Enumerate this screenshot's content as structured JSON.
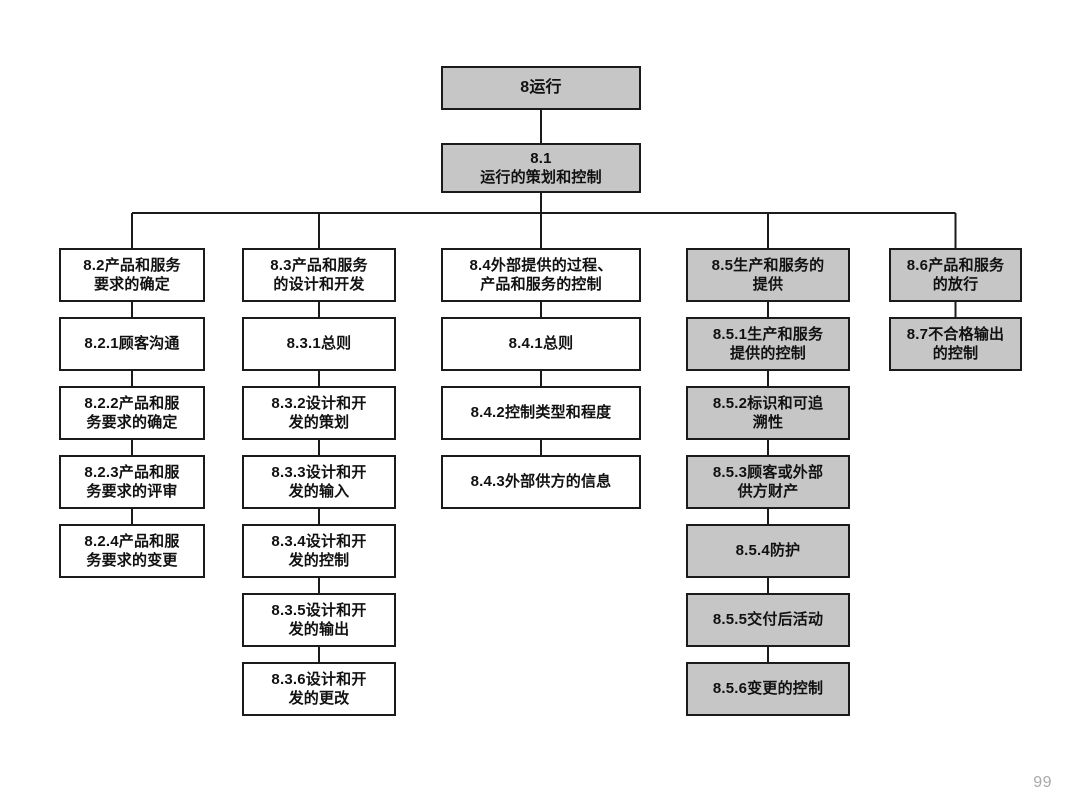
{
  "page": {
    "number": "99",
    "background": "#ffffff",
    "line_color": "#1b1b1b",
    "gray_fill": "#c6c6c6",
    "white_fill": "#ffffff"
  },
  "diagram": {
    "type": "flowchart",
    "title_node": {
      "id": "8",
      "label": "8运行",
      "fill": "gray"
    },
    "second_node": {
      "id": "8.1",
      "label": "8.1\n运行的策划和控制",
      "fill": "gray"
    },
    "columns": [
      {
        "key": "col-8-2",
        "fill": "white",
        "nodes": [
          {
            "id": "8.2",
            "label": "8.2产品和服务\n要求的确定"
          },
          {
            "id": "8.2.1",
            "label": "8.2.1顾客沟通"
          },
          {
            "id": "8.2.2",
            "label": "8.2.2产品和服\n务要求的确定"
          },
          {
            "id": "8.2.3",
            "label": "8.2.3产品和服\n务要求的评审"
          },
          {
            "id": "8.2.4",
            "label": "8.2.4产品和服\n务要求的变更"
          }
        ]
      },
      {
        "key": "col-8-3",
        "fill": "white",
        "nodes": [
          {
            "id": "8.3",
            "label": "8.3产品和服务\n的设计和开发"
          },
          {
            "id": "8.3.1",
            "label": "8.3.1总则"
          },
          {
            "id": "8.3.2",
            "label": "8.3.2设计和开\n发的策划"
          },
          {
            "id": "8.3.3",
            "label": "8.3.3设计和开\n发的输入"
          },
          {
            "id": "8.3.4",
            "label": "8.3.4设计和开\n发的控制"
          },
          {
            "id": "8.3.5",
            "label": "8.3.5设计和开\n发的输出"
          },
          {
            "id": "8.3.6",
            "label": "8.3.6设计和开\n发的更改"
          }
        ]
      },
      {
        "key": "col-8-4",
        "fill": "white",
        "nodes": [
          {
            "id": "8.4",
            "label": "8.4外部提供的过程、\n产品和服务的控制"
          },
          {
            "id": "8.4.1",
            "label": "8.4.1总则"
          },
          {
            "id": "8.4.2",
            "label": "8.4.2控制类型和程度"
          },
          {
            "id": "8.4.3",
            "label": "8.4.3外部供方的信息"
          }
        ]
      },
      {
        "key": "col-8-5",
        "fill": "gray",
        "nodes": [
          {
            "id": "8.5",
            "label": "8.5生产和服务的\n提供"
          },
          {
            "id": "8.5.1",
            "label": "8.5.1生产和服务\n提供的控制"
          },
          {
            "id": "8.5.2",
            "label": "8.5.2标识和可追\n溯性"
          },
          {
            "id": "8.5.3",
            "label": "8.5.3顾客或外部\n供方财产"
          },
          {
            "id": "8.5.4",
            "label": "8.5.4防护"
          },
          {
            "id": "8.5.5",
            "label": "8.5.5交付后活动"
          },
          {
            "id": "8.5.6",
            "label": "8.5.6变更的控制"
          }
        ]
      },
      {
        "key": "col-8-6",
        "fill": "gray",
        "nodes": [
          {
            "id": "8.6",
            "label": "8.6产品和服务\n的放行"
          },
          {
            "id": "8.7",
            "label": "8.7不合格输出\n的控制"
          }
        ]
      }
    ]
  }
}
